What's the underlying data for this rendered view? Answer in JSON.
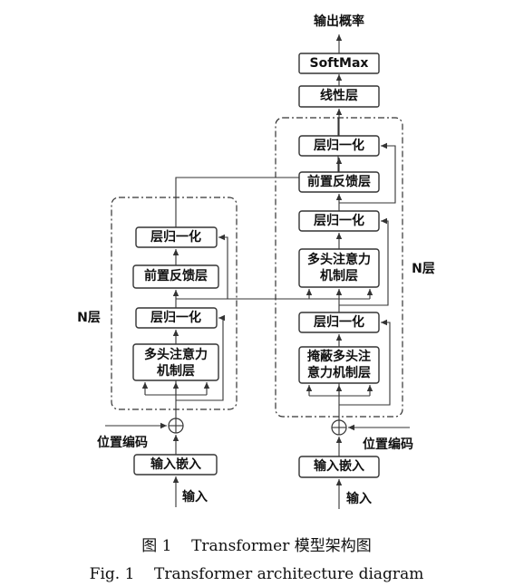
{
  "encoder": {
    "norm1": "层归一化",
    "ffn": "前置反馈层",
    "norm2": "层归一化",
    "attn_line1": "多头注意力",
    "attn_line2": "机制层",
    "n_label": "N层",
    "pos_enc": "位置编码",
    "embed": "输入嵌入",
    "input": "输入"
  },
  "decoder": {
    "norm_top": "层归一化",
    "ffn": "前置反馈层",
    "norm_mid": "层归一化",
    "cross_line1": "多头注意力",
    "cross_line2": "机制层",
    "norm_bottom": "层归一化",
    "masked_line1": "掩蔽多头注",
    "masked_line2": "意力机制层",
    "n_label": "N层",
    "pos_enc": "位置编码",
    "embed": "输入嵌入",
    "input": "输入"
  },
  "head": {
    "linear": "线性层",
    "softmax": "SoftMax",
    "output": "输出概率"
  },
  "caption": {
    "cn": "图 1    Transformer 模型架构图",
    "en": "Fig. 1    Transformer architecture diagram"
  }
}
